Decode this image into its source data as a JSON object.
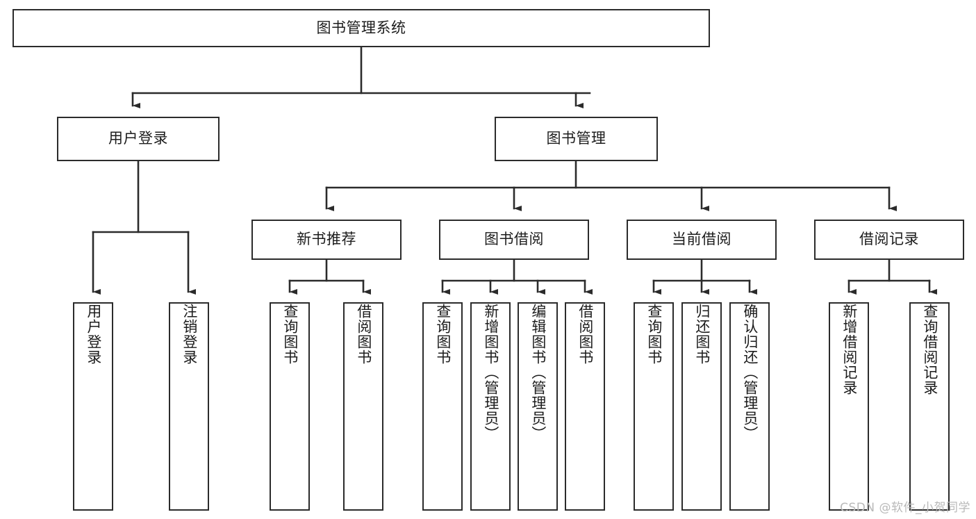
{
  "diagram": {
    "title": "图书管理系统",
    "type": "tree-hierarchy",
    "root": {
      "label": "图书管理系统"
    },
    "level2": [
      {
        "label": "用户登录"
      },
      {
        "label": "图书管理"
      }
    ],
    "level3": [
      {
        "label": "新书推荐"
      },
      {
        "label": "图书借阅"
      },
      {
        "label": "当前借阅"
      },
      {
        "label": "借阅记录"
      }
    ],
    "leaves": {
      "user_login": [
        {
          "label": "用户登录"
        },
        {
          "label": "注销登录"
        }
      ],
      "new_book_recommend": [
        {
          "label": "查询图书"
        },
        {
          "label": "借阅图书"
        }
      ],
      "book_borrow": [
        {
          "label": "查询图书"
        },
        {
          "label": "新增图书（管理员）"
        },
        {
          "label": "编辑图书（管理员）"
        },
        {
          "label": "借阅图书"
        }
      ],
      "current_borrow": [
        {
          "label": "查询图书"
        },
        {
          "label": "归还图书"
        },
        {
          "label": "确认归还（管理员）"
        }
      ],
      "borrow_record": [
        {
          "label": "新增借阅记录"
        },
        {
          "label": "查询借阅记录"
        }
      ]
    }
  },
  "watermark": {
    "text": "CSDN @软件_小贺同学"
  },
  "colors": {
    "stroke": "#2b2b2b",
    "fill": "#ffffff",
    "text": "#1c1c1c",
    "watermark": "#b9b9b9"
  }
}
